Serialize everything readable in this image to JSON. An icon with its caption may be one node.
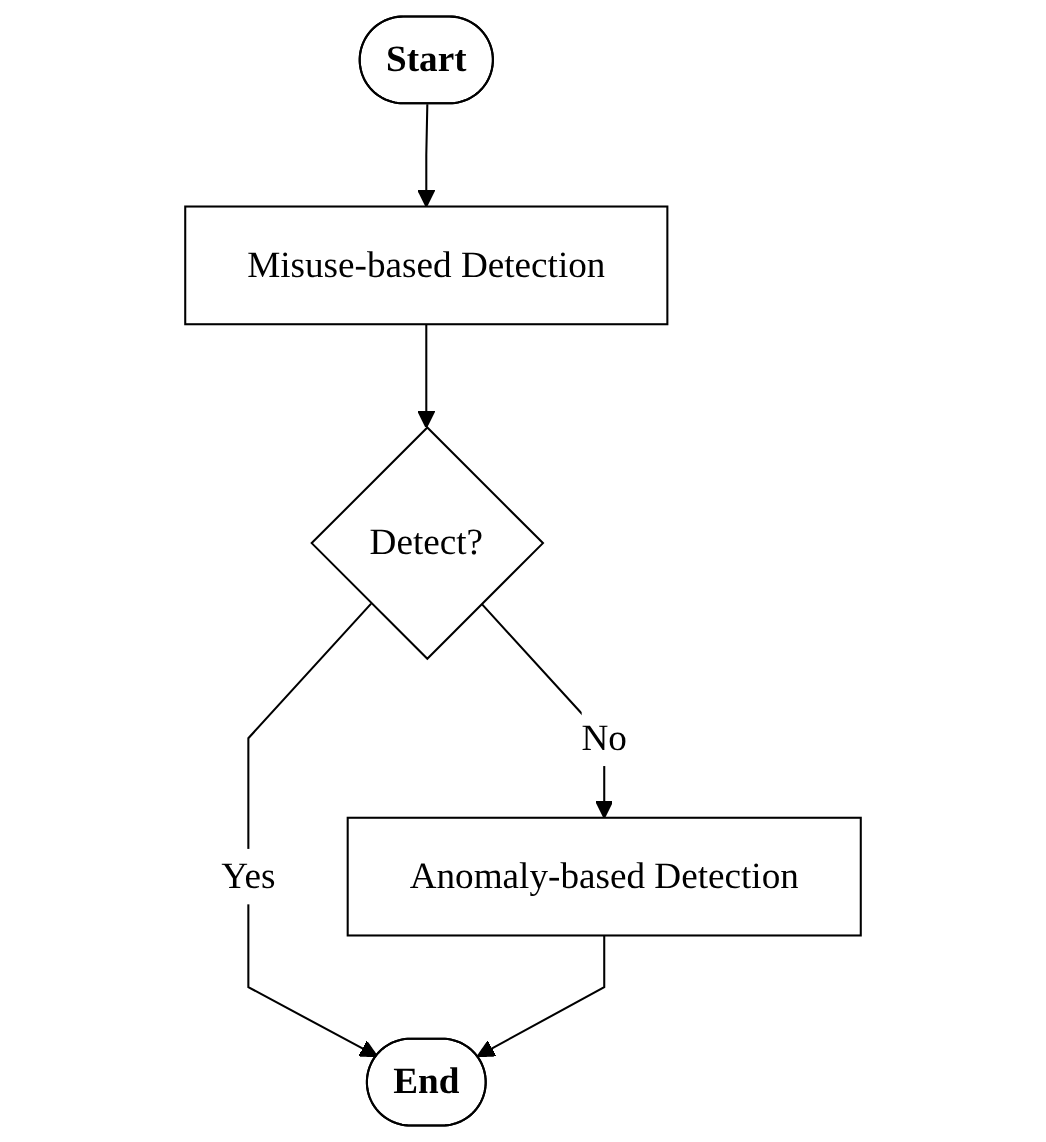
{
  "diagram": {
    "nodes": [
      {
        "text": [
          "Start"
        ]
      },
      {
        "text": [
          "Misuse-based Detection"
        ]
      },
      {
        "text": [
          "Detect?"
        ]
      },
      {
        "text": [
          "Anomaly-based Detection"
        ]
      },
      {
        "text": [
          "End"
        ]
      }
    ],
    "edges": [
      {
        "from": 0,
        "to": 1,
        "arrow": "to"
      },
      {
        "from": 1,
        "to": 2,
        "arrow": "to"
      },
      {
        "from": 2,
        "to": 3,
        "label": "No",
        "arrow": "to"
      },
      {
        "from": 2,
        "to": 4,
        "label": "Yes",
        "arrow": "to"
      },
      {
        "from": 3,
        "to": 4,
        "arrow": "to"
      }
    ]
  }
}
